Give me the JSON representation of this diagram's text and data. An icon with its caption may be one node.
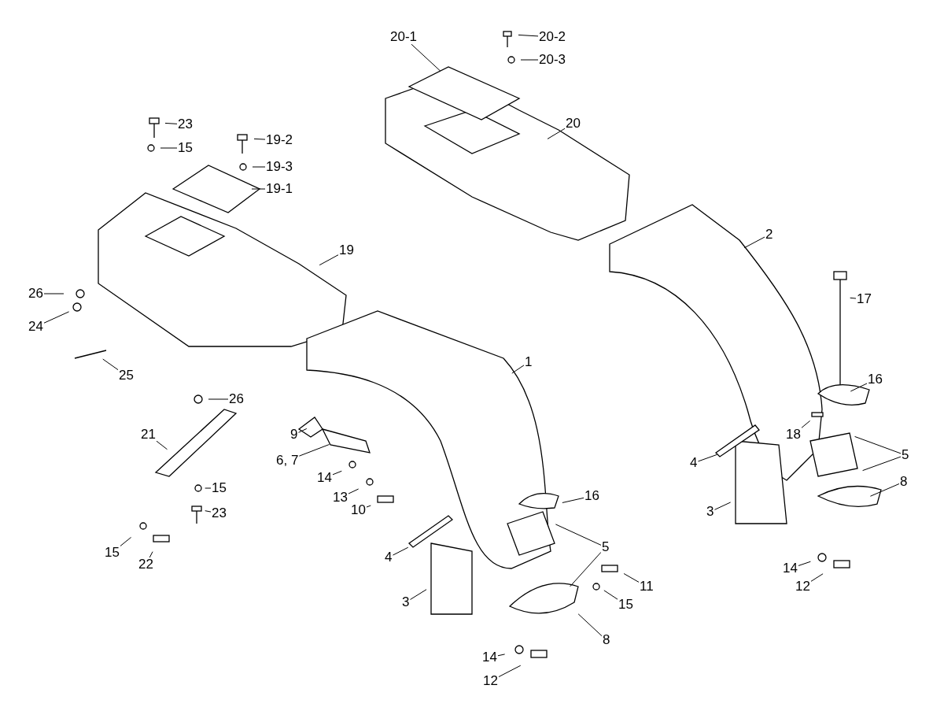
{
  "diagram": {
    "nodes": [
      {
        "text": [
          "20-2"
        ]
      },
      {
        "text": [
          "20-3"
        ]
      },
      {
        "text": [
          "20-1"
        ]
      },
      {
        "text": [
          "20"
        ]
      },
      {
        "text": [
          "23"
        ]
      },
      {
        "text": [
          "19-2"
        ]
      },
      {
        "text": [
          "15"
        ]
      },
      {
        "text": [
          "19-3"
        ]
      },
      {
        "text": [
          "19-1"
        ]
      },
      {
        "text": [
          "2"
        ]
      },
      {
        "text": [
          "19"
        ]
      },
      {
        "text": [
          "17"
        ]
      },
      {
        "text": [
          "26"
        ]
      },
      {
        "text": [
          "24"
        ]
      },
      {
        "text": [
          "25"
        ]
      },
      {
        "text": [
          "1"
        ]
      },
      {
        "text": [
          "26"
        ]
      },
      {
        "text": [
          "16"
        ]
      },
      {
        "text": [
          "21"
        ]
      },
      {
        "text": [
          "9"
        ]
      },
      {
        "text": [
          "18"
        ]
      },
      {
        "text": [
          "6, 7"
        ]
      },
      {
        "text": [
          "5"
        ]
      },
      {
        "text": [
          "14"
        ]
      },
      {
        "text": [
          "4"
        ]
      },
      {
        "text": [
          "13"
        ]
      },
      {
        "text": [
          "15"
        ]
      },
      {
        "text": [
          "10"
        ]
      },
      {
        "text": [
          "8"
        ]
      },
      {
        "text": [
          "23"
        ]
      },
      {
        "text": [
          "3"
        ]
      },
      {
        "text": [
          "16"
        ]
      },
      {
        "text": [
          "15"
        ]
      },
      {
        "text": [
          "22"
        ]
      },
      {
        "text": [
          "5"
        ]
      },
      {
        "text": [
          "4"
        ]
      },
      {
        "text": [
          "11"
        ]
      },
      {
        "text": [
          "3"
        ]
      },
      {
        "text": [
          "15"
        ]
      },
      {
        "text": [
          "14"
        ]
      },
      {
        "text": [
          "12"
        ]
      },
      {
        "text": [
          "8"
        ]
      },
      {
        "text": [
          "14"
        ]
      },
      {
        "text": [
          "12"
        ]
      }
    ],
    "edges": [
      {
        "from": 0,
        "to": null,
        "arrow": "none"
      },
      {
        "from": 1,
        "to": null,
        "arrow": "none"
      },
      {
        "from": 2,
        "to": null,
        "arrow": "none"
      },
      {
        "from": 3,
        "to": null,
        "arrow": "none"
      },
      {
        "from": 4,
        "to": null,
        "arrow": "none"
      },
      {
        "from": 5,
        "to": null,
        "arrow": "none"
      },
      {
        "from": 6,
        "to": null,
        "arrow": "none"
      },
      {
        "from": 7,
        "to": null,
        "arrow": "none"
      },
      {
        "from": 8,
        "to": null,
        "arrow": "none"
      },
      {
        "from": 9,
        "to": null,
        "arrow": "none"
      },
      {
        "from": 10,
        "to": null,
        "arrow": "none"
      },
      {
        "from": 11,
        "to": null,
        "arrow": "none"
      },
      {
        "from": 12,
        "to": null,
        "arrow": "none"
      },
      {
        "from": 13,
        "to": null,
        "arrow": "none"
      },
      {
        "from": 14,
        "to": null,
        "arrow": "none"
      },
      {
        "from": 15,
        "to": null,
        "arrow": "none"
      },
      {
        "from": 16,
        "to": null,
        "arrow": "none"
      },
      {
        "from": 17,
        "to": null,
        "arrow": "none"
      },
      {
        "from": 18,
        "to": null,
        "arrow": "none"
      },
      {
        "from": 19,
        "to": null,
        "arrow": "none"
      },
      {
        "from": 20,
        "to": null,
        "arrow": "none"
      },
      {
        "from": 21,
        "to": null,
        "arrow": "none"
      },
      {
        "from": 22,
        "to": null,
        "arrow": "none"
      },
      {
        "from": 22,
        "to": null,
        "arrow": "none"
      },
      {
        "from": 23,
        "to": null,
        "arrow": "none"
      },
      {
        "from": 24,
        "to": null,
        "arrow": "none"
      },
      {
        "from": 25,
        "to": null,
        "arrow": "none"
      },
      {
        "from": 26,
        "to": null,
        "arrow": "none"
      },
      {
        "from": 27,
        "to": null,
        "arrow": "none"
      },
      {
        "from": 28,
        "to": null,
        "arrow": "none"
      },
      {
        "from": 29,
        "to": null,
        "arrow": "none"
      },
      {
        "from": 30,
        "to": null,
        "arrow": "none"
      },
      {
        "from": 31,
        "to": null,
        "arrow": "none"
      },
      {
        "from": 32,
        "to": null,
        "arrow": "none"
      },
      {
        "from": 33,
        "to": null,
        "arrow": "none"
      },
      {
        "from": 34,
        "to": null,
        "arrow": "none"
      },
      {
        "from": 34,
        "to": null,
        "arrow": "none"
      },
      {
        "from": 35,
        "to": null,
        "arrow": "none"
      },
      {
        "from": 36,
        "to": null,
        "arrow": "none"
      },
      {
        "from": 37,
        "to": null,
        "arrow": "none"
      },
      {
        "from": 38,
        "to": null,
        "arrow": "none"
      },
      {
        "from": 39,
        "to": null,
        "arrow": "none"
      },
      {
        "from": 40,
        "to": null,
        "arrow": "none"
      },
      {
        "from": 41,
        "to": null,
        "arrow": "none"
      },
      {
        "from": 42,
        "to": null,
        "arrow": "none"
      },
      {
        "from": 43,
        "to": null,
        "arrow": "none"
      }
    ]
  }
}
